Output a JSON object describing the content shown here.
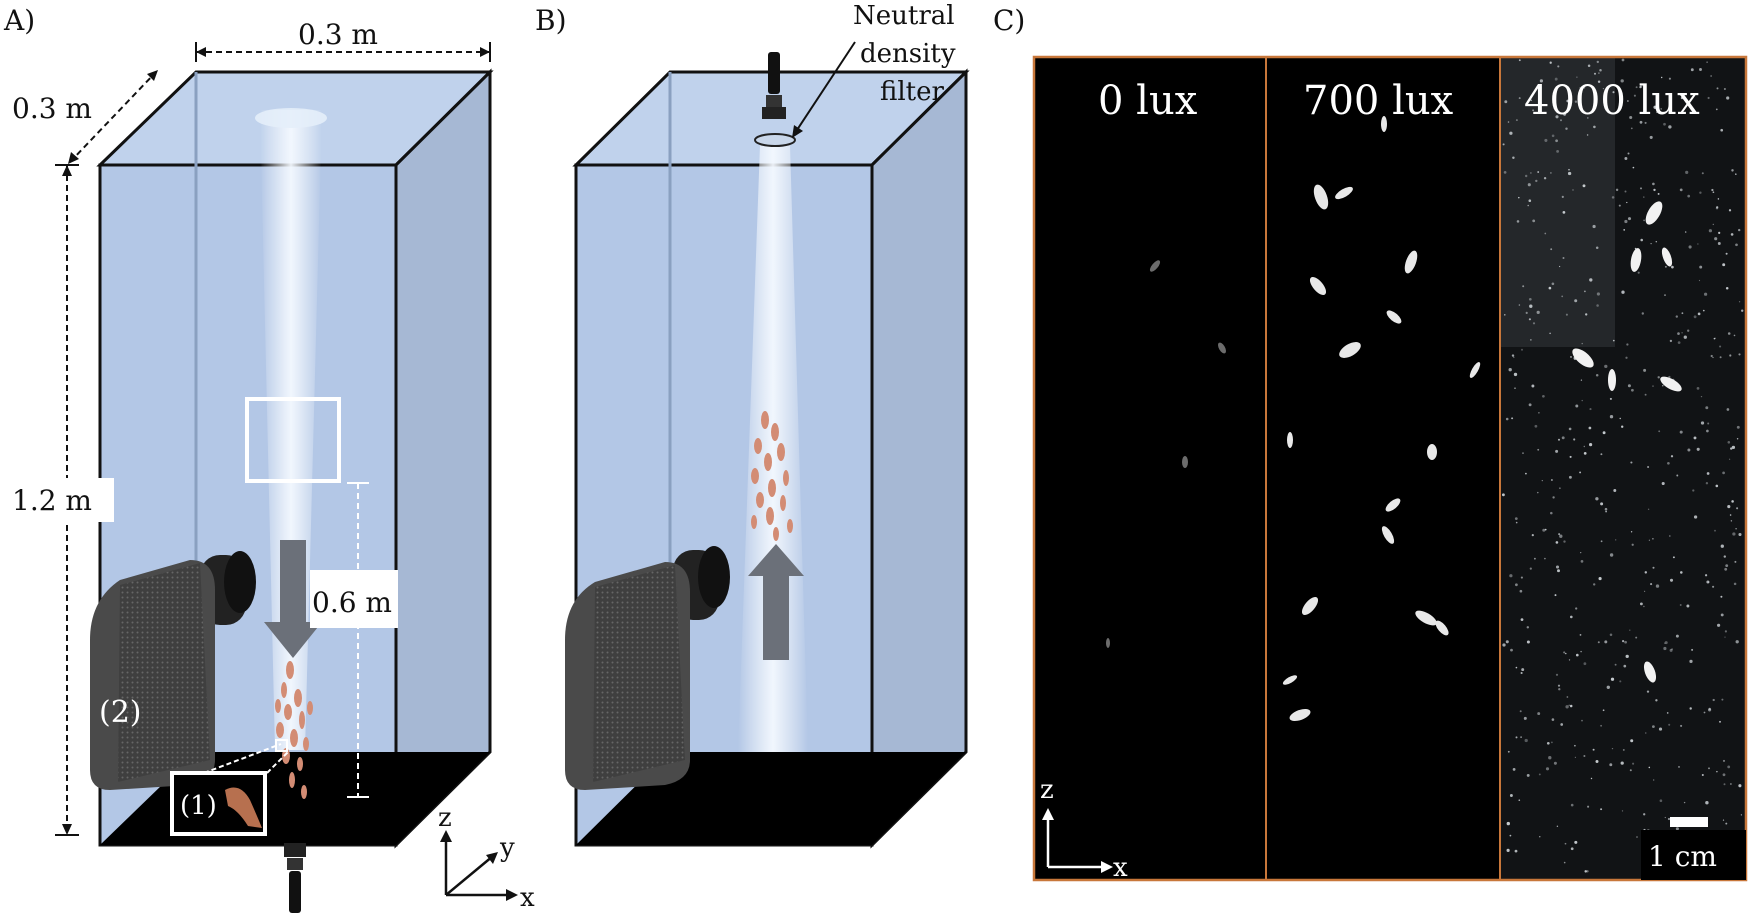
{
  "panels": {
    "a": {
      "label": "A)",
      "width_label": "0.3 m",
      "depth_label": "0.3 m",
      "height_label": "1.2 m",
      "distance_label": "0.6 m",
      "camera_label": "(2)",
      "inset_label": "(1)"
    },
    "b": {
      "label": "B)",
      "filter_label_lines": [
        "Neutral",
        "density",
        "filter"
      ]
    },
    "c": {
      "label": "C)",
      "conditions": [
        "0 lux",
        "700 lux",
        "4000 lux"
      ],
      "scale_label": "1 cm",
      "axis_z": "z",
      "axis_x": "x"
    }
  },
  "axes3d": {
    "z": "z",
    "y": "y",
    "x": "x"
  },
  "colors": {
    "tank_fill": "#b3c7e6",
    "tank_side": "#a4b6d2",
    "tank_floor": "#000000",
    "edge": "#111111",
    "beam": "#eef6ff",
    "arrow": "#6b7079",
    "krill": "#d9927a",
    "camera": "#4a4a4a",
    "panel_border": "#c8773a"
  }
}
